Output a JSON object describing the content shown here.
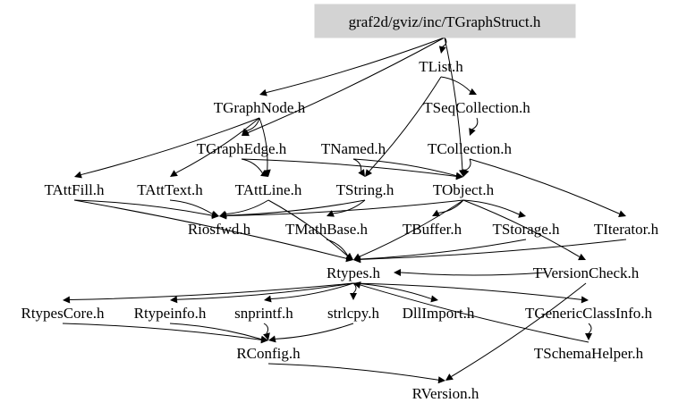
{
  "root": {
    "label": "graf2d/gviz/inc/TGraphStruct.h",
    "fill_color": "#d3d3d3"
  },
  "nodes": [
    {
      "id": "TList",
      "label": "TList.h"
    },
    {
      "id": "TGraphNode",
      "label": "TGraphNode.h"
    },
    {
      "id": "TSeqCollection",
      "label": "TSeqCollection.h"
    },
    {
      "id": "TGraphEdge",
      "label": "TGraphEdge.h"
    },
    {
      "id": "TNamed",
      "label": "TNamed.h"
    },
    {
      "id": "TCollection",
      "label": "TCollection.h"
    },
    {
      "id": "TAttFill",
      "label": "TAttFill.h"
    },
    {
      "id": "TAttText",
      "label": "TAttText.h"
    },
    {
      "id": "TAttLine",
      "label": "TAttLine.h"
    },
    {
      "id": "TString",
      "label": "TString.h"
    },
    {
      "id": "TObject",
      "label": "TObject.h"
    },
    {
      "id": "Riosfwd",
      "label": "Riosfwd.h"
    },
    {
      "id": "TMathBase",
      "label": "TMathBase.h"
    },
    {
      "id": "TBuffer",
      "label": "TBuffer.h"
    },
    {
      "id": "TStorage",
      "label": "TStorage.h"
    },
    {
      "id": "TIterator",
      "label": "TIterator.h"
    },
    {
      "id": "Rtypes",
      "label": "Rtypes.h"
    },
    {
      "id": "TVersionCheck",
      "label": "TVersionCheck.h"
    },
    {
      "id": "RtypesCore",
      "label": "RtypesCore.h"
    },
    {
      "id": "Rtypeinfo",
      "label": "Rtypeinfo.h"
    },
    {
      "id": "snprintf",
      "label": "snprintf.h"
    },
    {
      "id": "strlcpy",
      "label": "strlcpy.h"
    },
    {
      "id": "DllImport",
      "label": "DllImport.h"
    },
    {
      "id": "TGenericClassInfo",
      "label": "TGenericClassInfo.h"
    },
    {
      "id": "RConfig",
      "label": "RConfig.h"
    },
    {
      "id": "TSchemaHelper",
      "label": "TSchemaHelper.h"
    },
    {
      "id": "RVersion",
      "label": "RVersion.h"
    }
  ],
  "edges": [
    [
      "root",
      "TList"
    ],
    [
      "root",
      "TGraphNode"
    ],
    [
      "root",
      "TGraphEdge"
    ],
    [
      "root",
      "TObject"
    ],
    [
      "TList",
      "TSeqCollection"
    ],
    [
      "TList",
      "TString"
    ],
    [
      "TSeqCollection",
      "TCollection"
    ],
    [
      "TCollection",
      "TObject"
    ],
    [
      "TCollection",
      "TIterator"
    ],
    [
      "TGraphNode",
      "TGraphEdge"
    ],
    [
      "TGraphNode",
      "TAttFill"
    ],
    [
      "TGraphNode",
      "TAttText"
    ],
    [
      "TGraphNode",
      "TAttLine"
    ],
    [
      "TGraphEdge",
      "TAttLine"
    ],
    [
      "TGraphEdge",
      "TObject"
    ],
    [
      "TNamed",
      "TString"
    ],
    [
      "TNamed",
      "TObject"
    ],
    [
      "TAttFill",
      "Riosfwd"
    ],
    [
      "TAttFill",
      "Rtypes"
    ],
    [
      "TAttText",
      "Riosfwd"
    ],
    [
      "TAttLine",
      "Riosfwd"
    ],
    [
      "TAttLine",
      "Rtypes"
    ],
    [
      "TString",
      "Riosfwd"
    ],
    [
      "TString",
      "TMathBase"
    ],
    [
      "TObject",
      "Riosfwd"
    ],
    [
      "TObject",
      "TBuffer"
    ],
    [
      "TObject",
      "TStorage"
    ],
    [
      "TObject",
      "TVersionCheck"
    ],
    [
      "TObject",
      "Rtypes"
    ],
    [
      "TMathBase",
      "Rtypes"
    ],
    [
      "TStorage",
      "Rtypes"
    ],
    [
      "TIterator",
      "Rtypes"
    ],
    [
      "TVersionCheck",
      "Rtypes"
    ],
    [
      "TVersionCheck",
      "RVersion"
    ],
    [
      "Rtypes",
      "RtypesCore"
    ],
    [
      "Rtypes",
      "Rtypeinfo"
    ],
    [
      "Rtypes",
      "snprintf"
    ],
    [
      "Rtypes",
      "strlcpy"
    ],
    [
      "Rtypes",
      "DllImport"
    ],
    [
      "Rtypes",
      "TGenericClassInfo"
    ],
    [
      "TGenericClassInfo",
      "TSchemaHelper"
    ],
    [
      "TSchemaHelper",
      "Rtypes"
    ],
    [
      "RtypesCore",
      "RConfig"
    ],
    [
      "Rtypeinfo",
      "RConfig"
    ],
    [
      "snprintf",
      "RConfig"
    ],
    [
      "strlcpy",
      "RConfig"
    ],
    [
      "RConfig",
      "RVersion"
    ]
  ]
}
